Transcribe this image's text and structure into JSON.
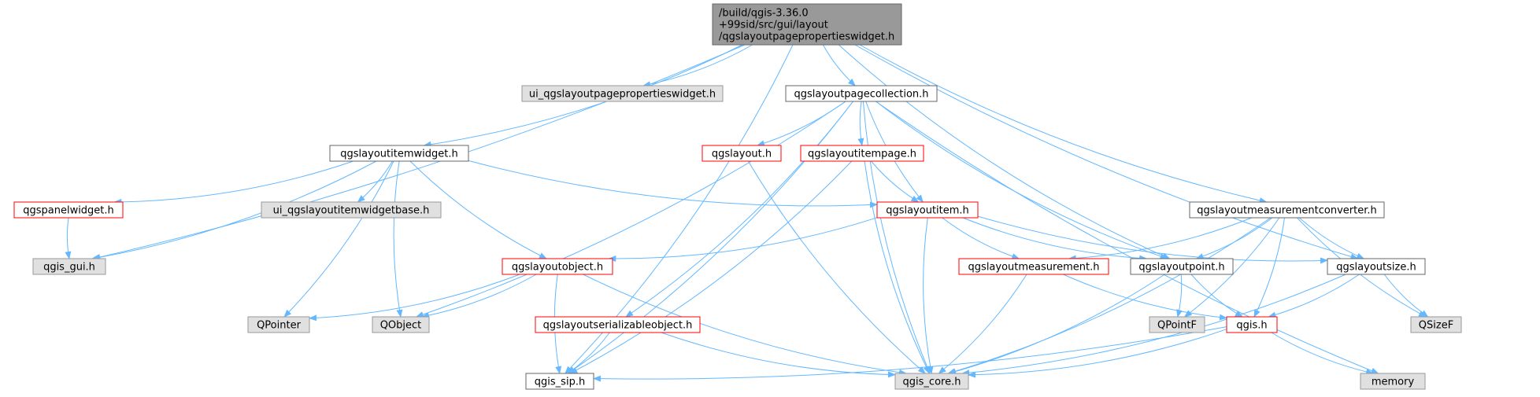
{
  "colors": {
    "root_fill": "#999999",
    "root_stroke": "#666666",
    "normal_fill": "#ffffff",
    "normal_stroke": "#666666",
    "red_stroke": "#ff0000",
    "red_text": "#ff0000",
    "external_fill": "#e0e0e0",
    "external_stroke": "#999999",
    "edge": "#63b8ff"
  },
  "nodes": {
    "root": {
      "lines": [
        "/build/qgis-3.36.0",
        "+99sid/src/gui/layout",
        "/qgslayoutpagepropertieswidget.h"
      ],
      "kind": "root"
    },
    "ui_pagepropwidget": {
      "lines": [
        "ui_qgslayoutpagepropertieswidget.h"
      ],
      "kind": "external"
    },
    "pagecollection": {
      "lines": [
        "qgslayoutpagecollection.h"
      ],
      "kind": "normal"
    },
    "itemwidget": {
      "lines": [
        "qgslayoutitemwidget.h"
      ],
      "kind": "normal"
    },
    "layout": {
      "lines": [
        "qgslayout.h"
      ],
      "kind": "red"
    },
    "itempage": {
      "lines": [
        "qgslayoutitempage.h"
      ],
      "kind": "red"
    },
    "panelwidget": {
      "lines": [
        "qgspanelwidget.h"
      ],
      "kind": "red"
    },
    "ui_itemwidgetbase": {
      "lines": [
        "ui_qgslayoutitemwidgetbase.h"
      ],
      "kind": "external"
    },
    "item": {
      "lines": [
        "qgslayoutitem.h"
      ],
      "kind": "red"
    },
    "measconverter": {
      "lines": [
        "qgslayoutmeasurementconverter.h"
      ],
      "kind": "normal"
    },
    "gui": {
      "lines": [
        "qgis_gui.h"
      ],
      "kind": "external"
    },
    "object": {
      "lines": [
        "qgslayoutobject.h"
      ],
      "kind": "red"
    },
    "measurement": {
      "lines": [
        "qgslayoutmeasurement.h"
      ],
      "kind": "red"
    },
    "point": {
      "lines": [
        "qgslayoutpoint.h"
      ],
      "kind": "normal"
    },
    "size": {
      "lines": [
        "qgslayoutsize.h"
      ],
      "kind": "normal"
    },
    "qpointer": {
      "lines": [
        "QPointer"
      ],
      "kind": "external"
    },
    "qobject": {
      "lines": [
        "QObject"
      ],
      "kind": "external"
    },
    "serializable": {
      "lines": [
        "qgslayoutserializableobject.h"
      ],
      "kind": "red"
    },
    "qpointf": {
      "lines": [
        "QPointF"
      ],
      "kind": "external"
    },
    "qgis": {
      "lines": [
        "qgis.h"
      ],
      "kind": "red"
    },
    "qsizef": {
      "lines": [
        "QSizeF"
      ],
      "kind": "external"
    },
    "sip": {
      "lines": [
        "qgis_sip.h"
      ],
      "kind": "normal"
    },
    "core": {
      "lines": [
        "qgis_core.h"
      ],
      "kind": "external"
    },
    "memory": {
      "lines": [
        "memory"
      ],
      "kind": "external"
    }
  },
  "edges": [
    [
      "root",
      "gui"
    ],
    [
      "root",
      "ui_pagepropwidget"
    ],
    [
      "root",
      "pagecollection"
    ],
    [
      "root",
      "itemwidget"
    ],
    [
      "root",
      "sip"
    ],
    [
      "root",
      "point"
    ],
    [
      "root",
      "measconverter"
    ],
    [
      "root",
      "size"
    ],
    [
      "pagecollection",
      "layout"
    ],
    [
      "pagecollection",
      "itempage"
    ],
    [
      "pagecollection",
      "item"
    ],
    [
      "pagecollection",
      "serializable"
    ],
    [
      "pagecollection",
      "qobject"
    ],
    [
      "pagecollection",
      "sip"
    ],
    [
      "pagecollection",
      "core"
    ],
    [
      "pagecollection",
      "point"
    ],
    [
      "pagecollection",
      "memory"
    ],
    [
      "itemwidget",
      "panelwidget"
    ],
    [
      "itemwidget",
      "ui_itemwidgetbase"
    ],
    [
      "itemwidget",
      "gui"
    ],
    [
      "itemwidget",
      "qpointer"
    ],
    [
      "itemwidget",
      "qobject"
    ],
    [
      "itemwidget",
      "object"
    ],
    [
      "itemwidget",
      "item"
    ],
    [
      "panelwidget",
      "gui"
    ],
    [
      "layout",
      "core"
    ],
    [
      "itempage",
      "item"
    ],
    [
      "itempage",
      "core"
    ],
    [
      "itempage",
      "sip"
    ],
    [
      "item",
      "object"
    ],
    [
      "item",
      "measurement"
    ],
    [
      "item",
      "point"
    ],
    [
      "item",
      "size"
    ],
    [
      "item",
      "core"
    ],
    [
      "object",
      "qpointer"
    ],
    [
      "object",
      "qobject"
    ],
    [
      "object",
      "sip"
    ],
    [
      "object",
      "core"
    ],
    [
      "measconverter",
      "measurement"
    ],
    [
      "measconverter",
      "point"
    ],
    [
      "measconverter",
      "size"
    ],
    [
      "measconverter",
      "qpointf"
    ],
    [
      "measconverter",
      "qgis"
    ],
    [
      "measconverter",
      "qsizef"
    ],
    [
      "measconverter",
      "core"
    ],
    [
      "measurement",
      "qgis"
    ],
    [
      "measurement",
      "core"
    ],
    [
      "point",
      "qpointf"
    ],
    [
      "point",
      "qgis"
    ],
    [
      "point",
      "core"
    ],
    [
      "size",
      "qgis"
    ],
    [
      "size",
      "qsizef"
    ],
    [
      "size",
      "core"
    ],
    [
      "serializable",
      "sip"
    ],
    [
      "serializable",
      "core"
    ],
    [
      "qgis",
      "sip"
    ],
    [
      "qgis",
      "core"
    ],
    [
      "qgis",
      "memory"
    ]
  ]
}
